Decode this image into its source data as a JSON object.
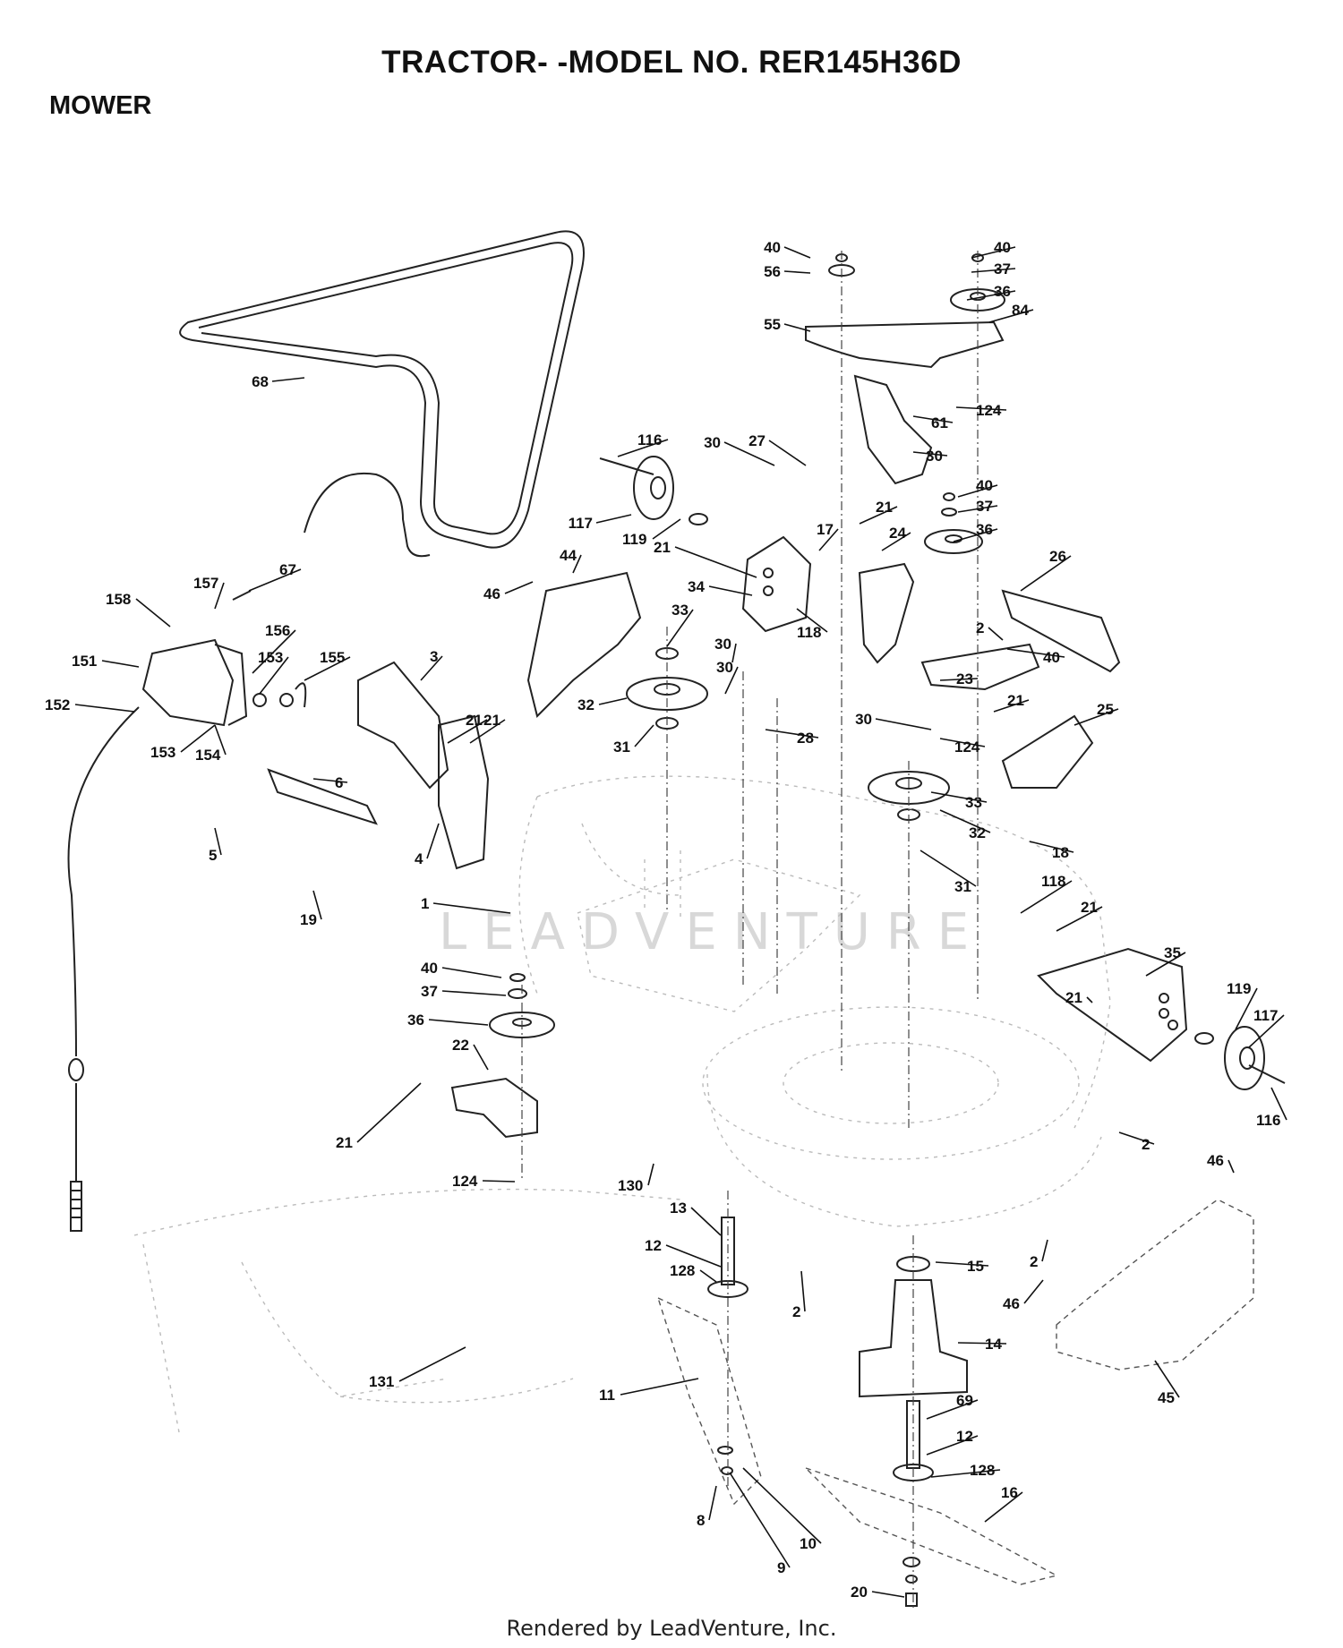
{
  "header": {
    "title": "TRACTOR- -MODEL NO. RER145H36D",
    "section": "MOWER"
  },
  "watermark": "LEADVENTURE",
  "footer": {
    "credit": "Rendered by LeadVenture, Inc."
  },
  "callouts": [
    "40",
    "56",
    "40",
    "37",
    "36",
    "84",
    "55",
    "124",
    "61",
    "30",
    "27",
    "68",
    "116",
    "30",
    "40",
    "37",
    "21",
    "17",
    "117",
    "119",
    "21",
    "24",
    "36",
    "26",
    "34",
    "118",
    "44",
    "46",
    "67",
    "157",
    "158",
    "33",
    "30",
    "2",
    "40",
    "151",
    "156",
    "153",
    "155",
    "3",
    "30",
    "21",
    "23",
    "152",
    "32",
    "28",
    "30",
    "124",
    "25",
    "31",
    "21",
    "153",
    "154",
    "21",
    "6",
    "33",
    "5",
    "4",
    "32",
    "18",
    "31",
    "118",
    "21",
    "19",
    "1",
    "35",
    "40",
    "119",
    "37",
    "21",
    "117",
    "36",
    "22",
    "116",
    "21",
    "124",
    "130",
    "46",
    "2",
    "13",
    "12",
    "2",
    "128",
    "15",
    "46",
    "2",
    "14",
    "131",
    "11",
    "45",
    "69",
    "12",
    "128",
    "16",
    "8",
    "10",
    "9",
    "20"
  ]
}
